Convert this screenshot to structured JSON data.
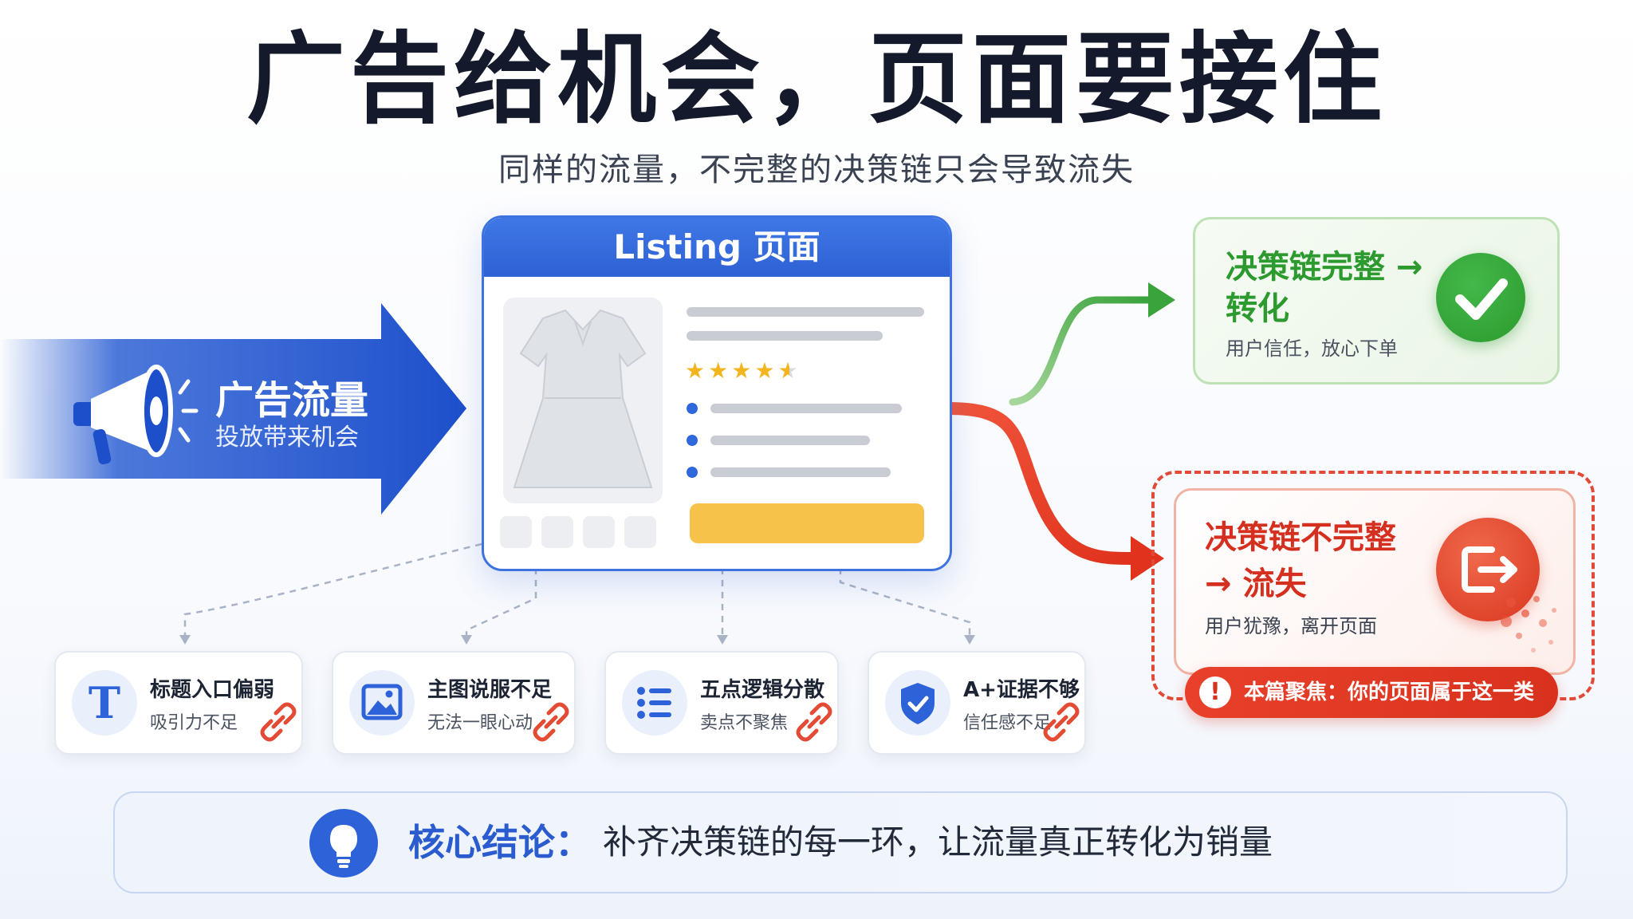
{
  "title": "广告给机会，页面要接住",
  "subtitle": "同样的流量，不完整的决策链只会导致流失",
  "ad_traffic": {
    "title": "广告流量",
    "subtitle": "投放带来机会",
    "icon": "megaphone-icon"
  },
  "listing": {
    "header": "Listing 页面",
    "rating_stars": 4.5,
    "product_icon": "dress-icon"
  },
  "success": {
    "title": "决策链完整 → 转化",
    "subtitle": "用户信任，放心下单",
    "icon": "checkmark-icon",
    "color": "#2c9a2e"
  },
  "failure": {
    "title_line1": "决策链不完整",
    "title_line2": "→ 流失",
    "subtitle": "用户犹豫，离开页面",
    "icon": "exit-icon",
    "color": "#d8321e"
  },
  "focus": {
    "text": "本篇聚焦：你的页面属于这一类",
    "icon": "exclamation-icon"
  },
  "issues": [
    {
      "title": "标题入口偏弱",
      "subtitle": "吸引力不足",
      "icon": "text-t-icon"
    },
    {
      "title": "主图说服不足",
      "subtitle": "无法一眼心动",
      "icon": "image-icon"
    },
    {
      "title": "五点逻辑分散",
      "subtitle": "卖点不聚焦",
      "icon": "list-icon"
    },
    {
      "title": "A+证据不够",
      "subtitle": "信任感不足",
      "icon": "shield-check-icon"
    }
  ],
  "conclusion": {
    "label": "核心结论：",
    "text": "补齐决策链的每一环，让流量真正转化为销量",
    "icon": "lightbulb-icon"
  },
  "colors": {
    "brand_blue": "#2e61d4",
    "success_green": "#2c9a2e",
    "alert_red": "#d8321e",
    "cta_yellow": "#f6c24a"
  }
}
